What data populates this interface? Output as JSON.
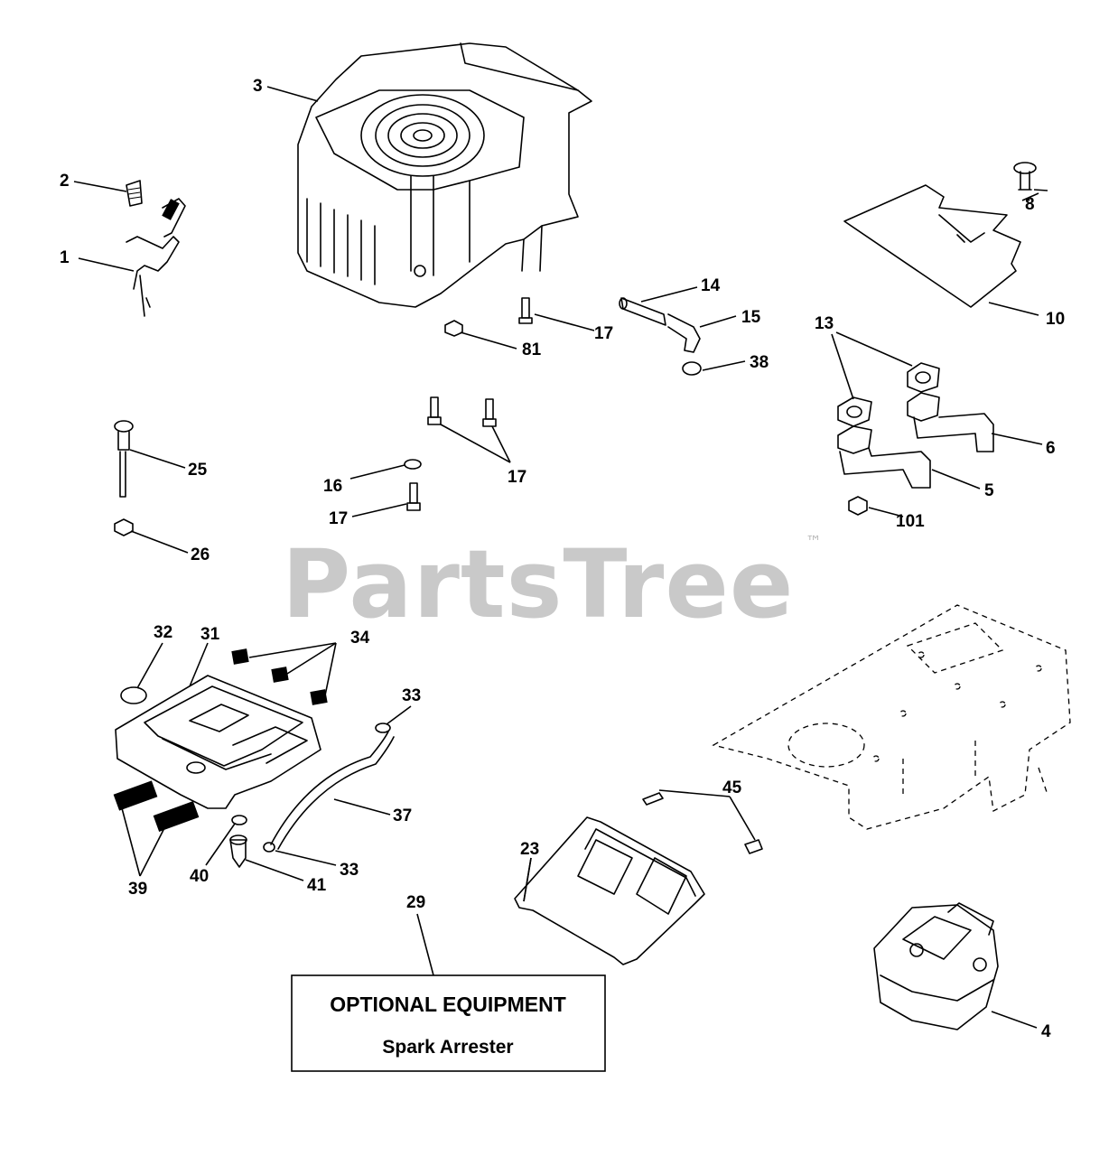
{
  "watermark": {
    "text": "PartsTree",
    "trademark": "™"
  },
  "optional_box": {
    "title": "OPTIONAL EQUIPMENT",
    "subtitle": "Spark Arrester"
  },
  "callouts": {
    "c1": "1",
    "c2": "2",
    "c3": "3",
    "c4": "4",
    "c5": "5",
    "c6": "6",
    "c8": "8",
    "c10": "10",
    "c13": "13",
    "c14": "14",
    "c15": "15",
    "c16": "16",
    "c17a": "17",
    "c17b": "17",
    "c17c": "17",
    "c23": "23",
    "c25": "25",
    "c26": "26",
    "c29": "29",
    "c31": "31",
    "c32": "32",
    "c33a": "33",
    "c33b": "33",
    "c34": "34",
    "c37": "37",
    "c38": "38",
    "c39": "39",
    "c40": "40",
    "c41": "41",
    "c45": "45",
    "c81": "81",
    "c101": "101"
  }
}
